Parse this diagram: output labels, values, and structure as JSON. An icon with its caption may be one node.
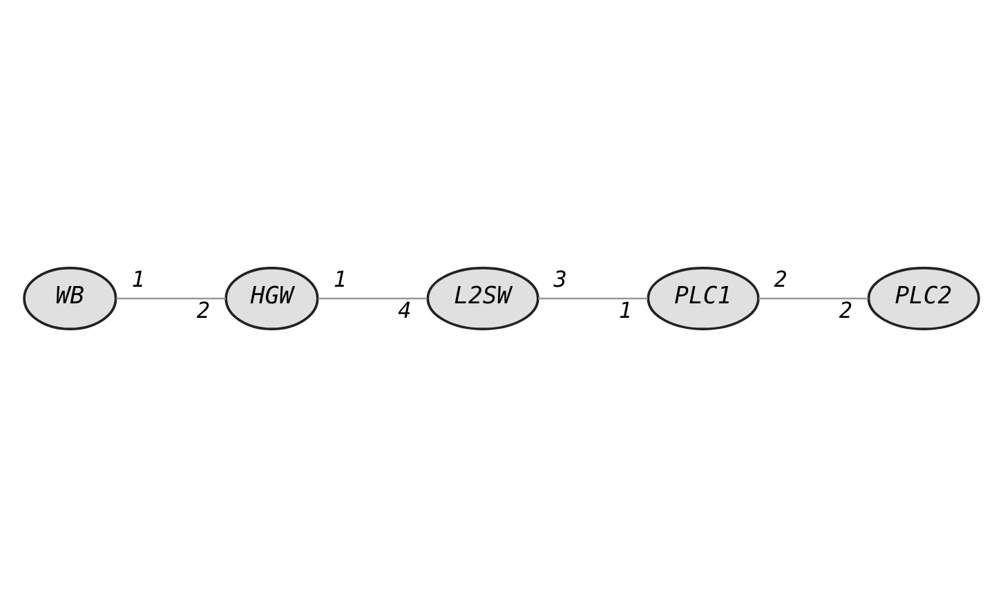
{
  "diagram": {
    "nodes": [
      {
        "text": [
          "WB"
        ]
      },
      {
        "text": [
          "HGW"
        ]
      },
      {
        "text": [
          "L2SW"
        ]
      },
      {
        "text": [
          "PLC1"
        ]
      },
      {
        "text": [
          "PLC2"
        ]
      }
    ],
    "edges": [
      {
        "from": 0,
        "to": 1,
        "arrow": "none"
      },
      {
        "from": 1,
        "to": 2,
        "arrow": "none"
      },
      {
        "from": 2,
        "to": 3,
        "arrow": "none"
      },
      {
        "from": 3,
        "to": 4,
        "arrow": "none"
      }
    ],
    "labels": [
      "1",
      "2",
      "1",
      "4",
      "3",
      "1",
      "2",
      "2"
    ]
  }
}
